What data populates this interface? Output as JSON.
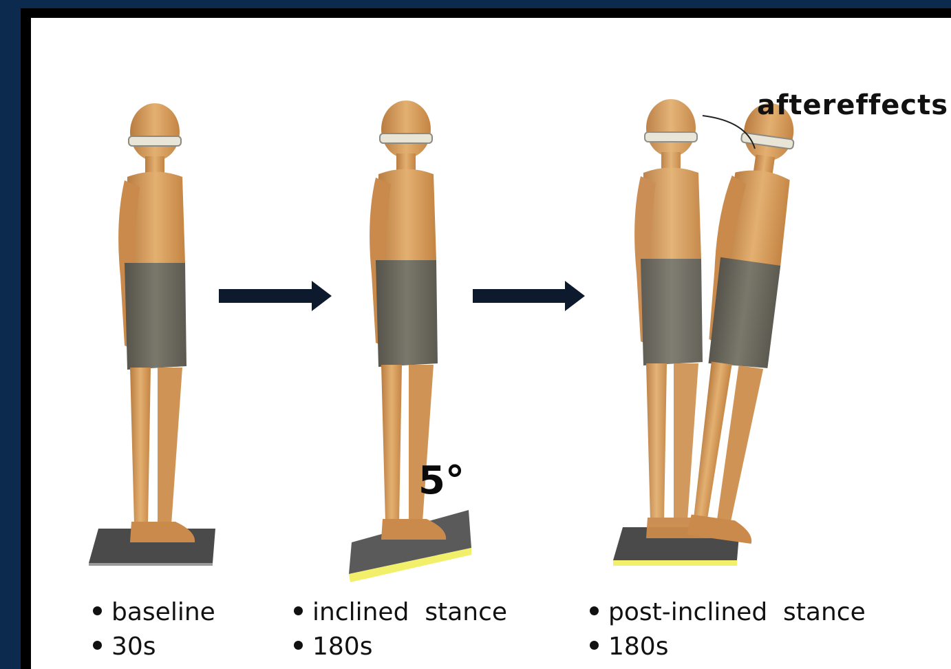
{
  "conditions": [
    {
      "name": "baseline",
      "duration": "30s"
    },
    {
      "name": "inclined  stance",
      "duration": "180s"
    },
    {
      "name": "post-inclined  stance",
      "duration": "180s"
    }
  ],
  "incline_angle": "5°",
  "aftereffects_label": "aftereffects",
  "colors": {
    "background": "#0b2a4e",
    "skin": "#d9a066",
    "shorts": "#6f6c60",
    "platform": "#4a4a4a",
    "incline_edge": "#f2ef6b",
    "arrow": "#0d1a2e"
  }
}
